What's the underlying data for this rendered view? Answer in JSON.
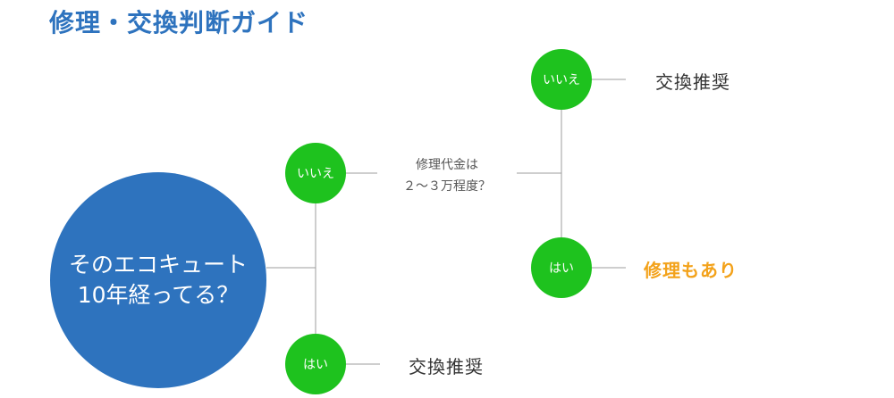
{
  "title": "修理・交換判断ガイド",
  "root": {
    "line1": "そのエコキュート",
    "line2": "10年経ってる？"
  },
  "branch_no": {
    "label": "いいえ",
    "question_line1": "修理代金は",
    "question_line2": "２～３万程度？",
    "no": {
      "label": "いいえ",
      "result": "交換推奨"
    },
    "yes": {
      "label": "はい",
      "result": "修理もあり"
    }
  },
  "branch_yes": {
    "label": "はい",
    "result": "交換推奨"
  },
  "colors": {
    "title": "#2e73be",
    "root_circle": "#2e73be",
    "node": "#1ec21e",
    "accent_result": "#f3a21a",
    "connector": "#9e9e9e"
  }
}
